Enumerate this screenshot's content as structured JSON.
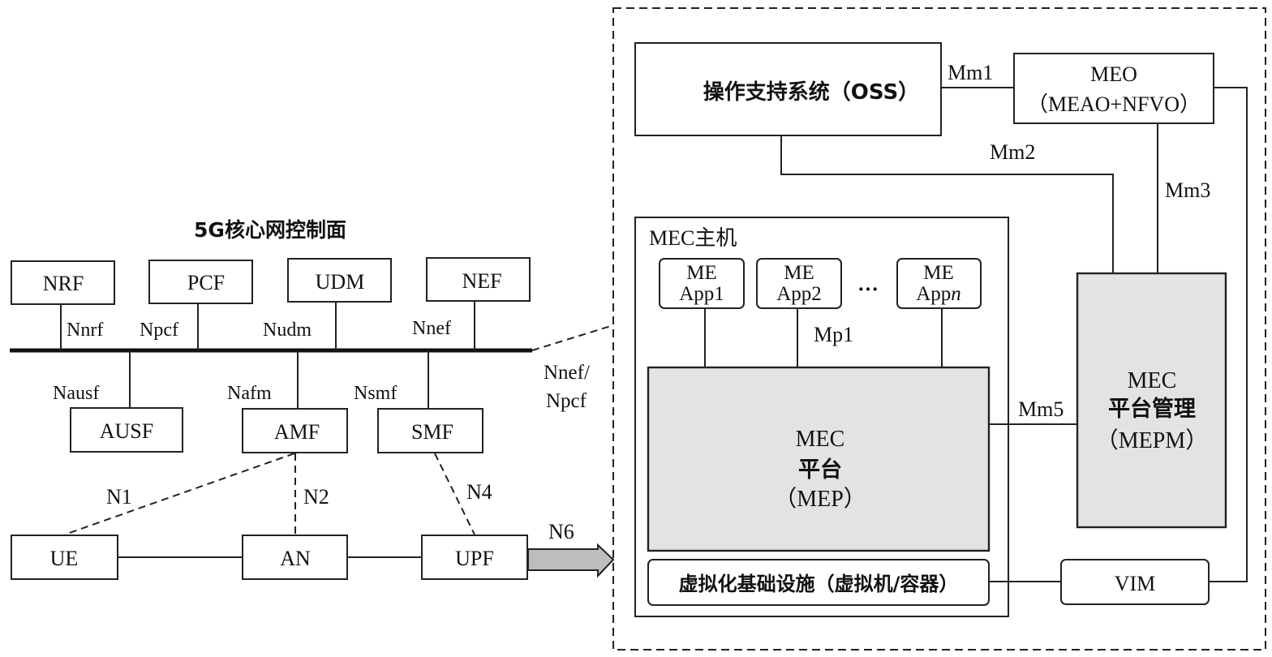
{
  "core_network": {
    "title": "5G核心网控制面",
    "top_nfs": [
      {
        "name": "NRF",
        "interface": "Nnrf"
      },
      {
        "name": "PCF",
        "interface": "Npcf"
      },
      {
        "name": "UDM",
        "interface": "Nudm"
      },
      {
        "name": "NEF",
        "interface": "Nnef"
      }
    ],
    "bottom_nfs": [
      {
        "name": "AUSF",
        "interface": "Nausf"
      },
      {
        "name": "AMF",
        "interface": "Nafm"
      },
      {
        "name": "SMF",
        "interface": "Nsmf"
      }
    ],
    "user_plane": [
      {
        "name": "UE"
      },
      {
        "name": "AN"
      },
      {
        "name": "UPF"
      }
    ],
    "reference_points": {
      "n1": "N1",
      "n2": "N2",
      "n4": "N4",
      "n6": "N6",
      "nnef_npcf_line1": "Nnef/",
      "nnef_npcf_line2": "Npcf"
    }
  },
  "mec": {
    "oss": {
      "label": "操作支持系统（OSS）"
    },
    "meo": {
      "line1": "MEO",
      "line2": "（MEAO+NFVO）"
    },
    "host": {
      "title": "MEC主机"
    },
    "apps": [
      {
        "line1": "ME",
        "line2": "App1"
      },
      {
        "line1": "ME",
        "line2": "App2"
      },
      {
        "line1": "ME",
        "line2_prefix": "App",
        "line2_italic": "n"
      }
    ],
    "ellipsis": "···",
    "mep": {
      "line1": "MEC",
      "line2": "平台",
      "line3": "（MEP）"
    },
    "mepm": {
      "line1": "MEC",
      "line2": "平台管理",
      "line3": "（MEPM）"
    },
    "nfvi": {
      "label": "虚拟化基础设施（虚拟机/容器）"
    },
    "vim": {
      "label": "VIM"
    },
    "interfaces": {
      "mm1": "Mm1",
      "mm2": "Mm2",
      "mm3": "Mm3",
      "mm5": "Mm5",
      "mp1": "Mp1"
    }
  }
}
